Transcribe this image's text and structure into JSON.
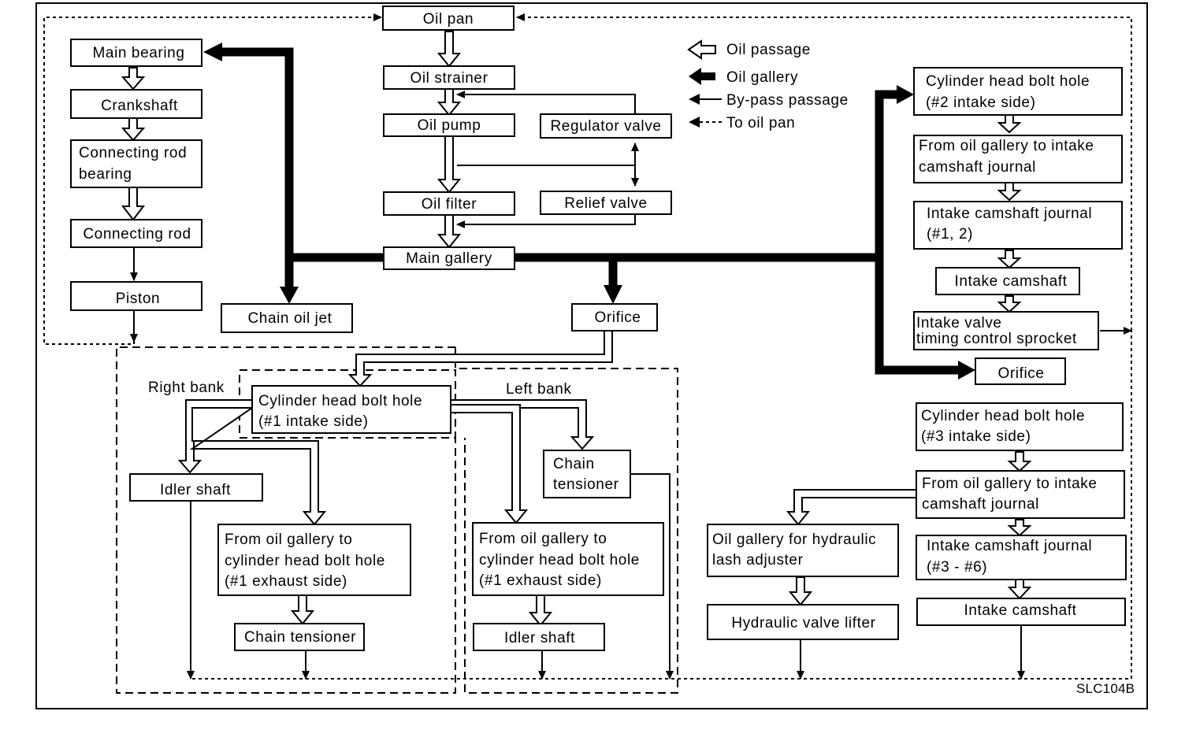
{
  "boxes": {
    "oil_pan": "Oil pan",
    "oil_strainer": "Oil strainer",
    "oil_pump": "Oil pump",
    "regulator_valve": "Regulator valve",
    "oil_filter": "Oil filter",
    "relief_valve": "Relief valve",
    "main_gallery": "Main gallery",
    "main_bearing": "Main bearing",
    "crankshaft": "Crankshaft",
    "connecting_rod_bearing_1": "Connecting rod",
    "connecting_rod_bearing_2": "bearing",
    "connecting_rod": "Connecting rod",
    "piston": "Piston",
    "chain_oil_jet": "Chain oil jet",
    "orifice_center": "Orifice",
    "cyl_head_bolt_1_l1": "Cylinder head bolt hole",
    "cyl_head_bolt_1_l2": "(#1 intake side)",
    "idler_shaft_right": "Idler shaft",
    "from_gallery_right_l1": "From oil gallery to",
    "from_gallery_right_l2": "cylinder head bolt hole",
    "from_gallery_right_l3": "(#1 exhaust side)",
    "chain_tensioner_right": "Chain tensioner",
    "chain_tensioner_left_l1": "Chain",
    "chain_tensioner_left_l2": "tensioner",
    "from_gallery_left_l1": "From oil gallery to",
    "from_gallery_left_l2": "cylinder head bolt hole",
    "from_gallery_left_l3": "(#1 exhaust side)",
    "idler_shaft_left": "Idler shaft",
    "cyl_head_bolt_2_l1": "Cylinder head bolt hole",
    "cyl_head_bolt_2_l2": "(#2 intake side)",
    "from_gallery_intake_a_l1": "From oil gallery to intake",
    "from_gallery_intake_a_l2": "camshaft journal",
    "intake_cam_journal_a_l1": "Intake camshaft journal",
    "intake_cam_journal_a_l2": "(#1, 2)",
    "intake_camshaft_a": "Intake camshaft",
    "ivtc_l1": "Intake valve",
    "ivtc_l2": "timing control sprocket",
    "orifice_right": "Orifice",
    "cyl_head_bolt_3_l1": "Cylinder head bolt hole",
    "cyl_head_bolt_3_l2": "(#3 intake side)",
    "from_gallery_intake_b_l1": "From oil gallery to intake",
    "from_gallery_intake_b_l2": "camshaft journal",
    "oil_gallery_hla_l1": "Oil gallery for hydraulic",
    "oil_gallery_hla_l2": "lash adjuster",
    "intake_cam_journal_b_l1": "Intake camshaft journal",
    "intake_cam_journal_b_l2": "(#3 - #6)",
    "hydraulic_valve_lifter": "Hydraulic valve lifter",
    "intake_camshaft_b": "Intake camshaft"
  },
  "bank_labels": {
    "right": "Right bank",
    "left": "Left bank"
  },
  "legend": {
    "oil_passage": "Oil passage",
    "oil_gallery": "Oil gallery",
    "bypass": "By-pass passage",
    "to_oil_pan": "To oil pan"
  },
  "figure_code": "SLC104B"
}
